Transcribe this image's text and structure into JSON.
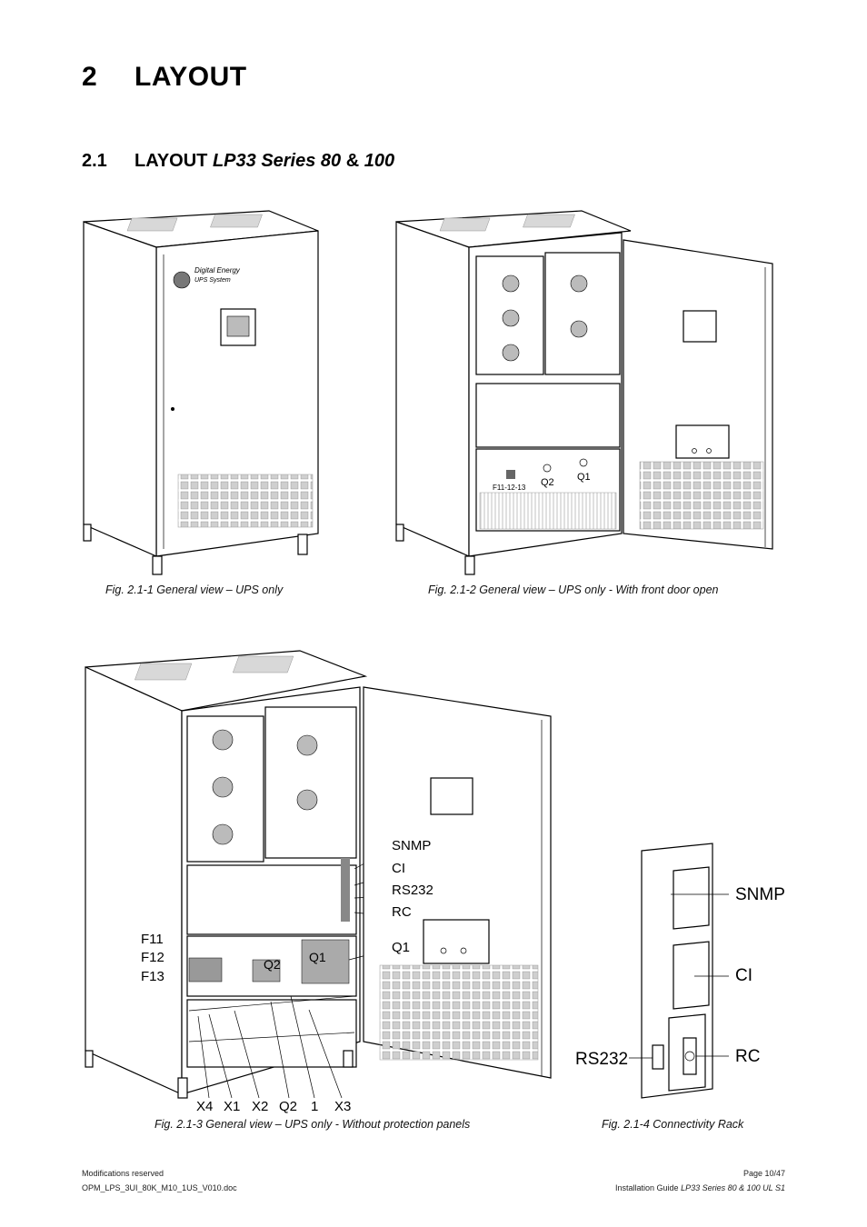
{
  "heading": {
    "number": "2",
    "title": "LAYOUT"
  },
  "subheading": {
    "number": "2.1",
    "title_plain": "LAYOUT",
    "title_italic": "LP33 Series 80",
    "amp": "&",
    "title_italic2": "100"
  },
  "fig1": {
    "caption": "Fig. 2.1-1   General view – UPS only",
    "brand_line1": "Digital Energy",
    "brand_line2": "UPS System"
  },
  "fig2": {
    "caption": "Fig. 2.1-2   General view – UPS only - With front door open",
    "label_fuses": "F11-12-13",
    "label_q2": "Q2",
    "label_q1": "Q1"
  },
  "fig3": {
    "caption": "Fig. 2.1-3 General view – UPS only - Without protection panels",
    "right_labels": [
      "SNMP",
      "CI",
      "RS232",
      "RC",
      "Q1"
    ],
    "left_labels": [
      "F11",
      "F12",
      "F13"
    ],
    "inner_q2": "Q2",
    "inner_q1": "Q1",
    "bottom_labels": [
      "X4",
      "X1",
      "X2",
      "Q2",
      "1",
      "X3"
    ]
  },
  "fig4": {
    "caption": "Fig. 2.1-4   Connectivity Rack",
    "label_snmp": "SNMP",
    "label_ci": "CI",
    "label_rc": "RC",
    "label_rs232": "RS232"
  },
  "footer": {
    "left1": "Modifications reserved",
    "left2": "OPM_LPS_3UI_80K_M10_1US_V010.doc",
    "right1": "Page 10/47",
    "right2_plain": "Installation Guide",
    "right2_italic": "LP33 Series 80 & 100 UL S1"
  }
}
